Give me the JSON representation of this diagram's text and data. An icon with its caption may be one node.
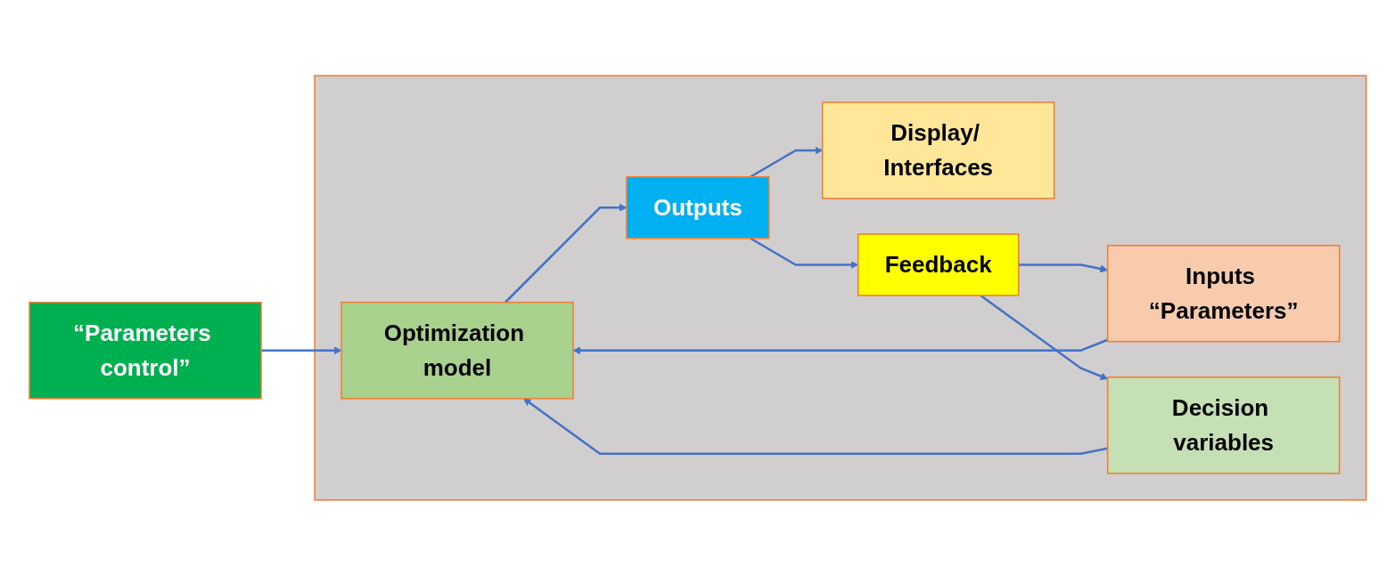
{
  "diagram": {
    "nodes": [
      {
        "text": [
          "“Parameters control”"
        ]
      },
      {
        "text": [],
        "shape": "box"
      },
      {
        "text": [
          "Inputs “Parameters”"
        ],
        "in": 1
      },
      {
        "text": [
          "Decision variables"
        ],
        "in": 1
      },
      {
        "text": [
          "Optimization model"
        ],
        "in": 1
      },
      {
        "text": [
          "Outputs"
        ],
        "in": 1
      },
      {
        "text": [
          "Display/ Interfaces"
        ],
        "in": 1
      },
      {
        "text": [
          "Feedback"
        ],
        "in": 1
      }
    ],
    "edges": [
      {
        "from": 0,
        "to": 4,
        "arrow": "to"
      },
      {
        "from": 2,
        "to": 4,
        "arrow": "to"
      },
      {
        "from": 3,
        "to": 4,
        "arrow": "to"
      },
      {
        "from": 4,
        "to": 5,
        "arrow": "to"
      },
      {
        "from": 5,
        "to": 6,
        "arrow": "to"
      },
      {
        "from": 5,
        "to": 7,
        "arrow": "to"
      },
      {
        "from": 7,
        "to": 2,
        "arrow": "to"
      },
      {
        "from": 7,
        "to": 3,
        "arrow": "to"
      }
    ]
  }
}
